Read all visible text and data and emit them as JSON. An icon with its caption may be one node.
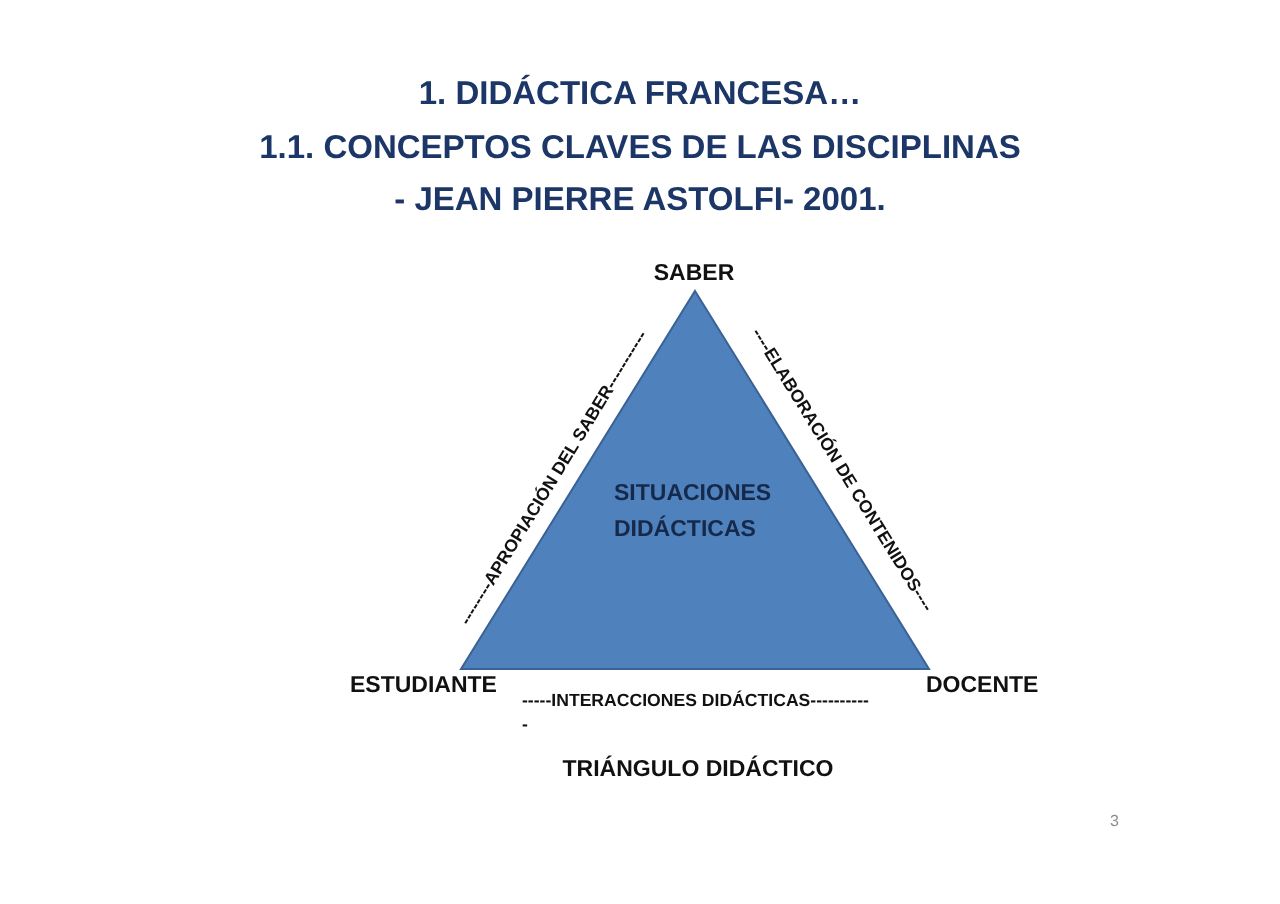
{
  "diagram": {
    "title": "1. DIDÁCTICA FRANCESA…",
    "caption": "TRIÁNGULO DIDÁCTICO",
    "nodes": [
      {
        "text": [
          "SITUACIONES DIDÁCTICAS"
        ],
        "beside": [
          "SABER",
          "--------APROPIACIÓN DEL SABER-----------",
          "----ELABORACIÓN DE CONTENIDOS----",
          "ESTUDIANTE",
          "-----INTERACCIONES DIDÁCTICAS---------- -",
          "DOCENTE"
        ]
      }
    ],
    "labels": [
      "1.1. CONCEPTOS CLAVES DE LAS DISCIPLINAS",
      "- JEAN PIERRE ASTOLFI- 2001.",
      "3"
    ]
  }
}
